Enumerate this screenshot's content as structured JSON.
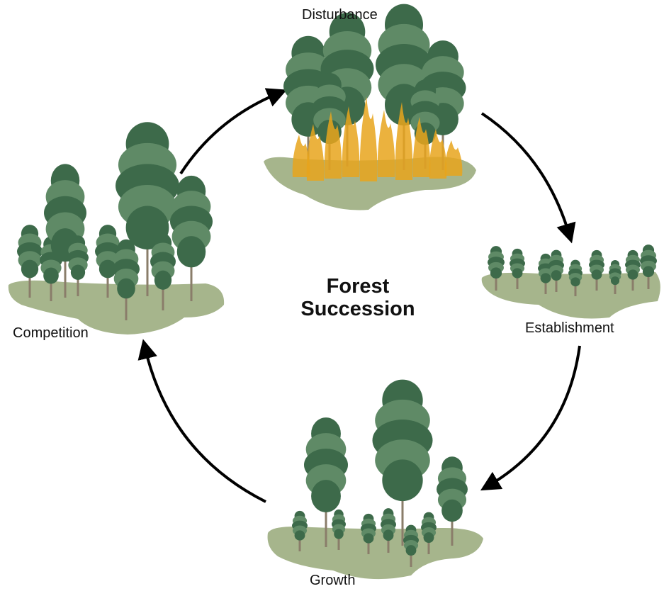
{
  "title": {
    "line1": "Forest",
    "line2": "Succession"
  },
  "stages": {
    "disturbance": "Disturbance",
    "establishment": "Establishment",
    "growth": "Growth",
    "competition": "Competition"
  },
  "colors": {
    "ground": "#a6b58c",
    "foliage": "#3d6a4a",
    "foliage_light": "#5f8a66",
    "trunk": "#8a7d6a",
    "fire": "#e8a41c",
    "arrow": "#000000"
  }
}
